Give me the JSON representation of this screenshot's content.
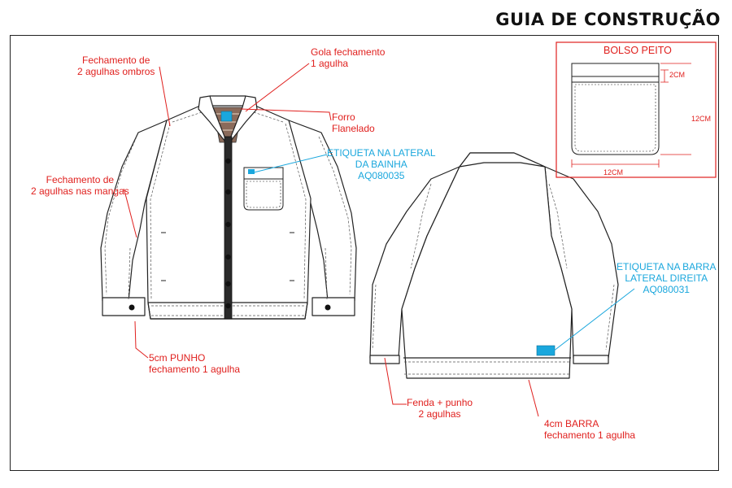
{
  "title": "GUIA DE CONSTRUÇÃO",
  "pocket_detail": {
    "title": "BOLSO PEITO",
    "dim_flap": "2CM",
    "dim_height": "12CM",
    "dim_width": "12CM"
  },
  "labels": {
    "shoulders": [
      "Fechamento de",
      "2 agulhas ombros"
    ],
    "collar": [
      "Gola fechamento",
      "1 agulha"
    ],
    "lining": [
      "Forro",
      "Flanelado"
    ],
    "sleeves": [
      "Fechamento de",
      "2 agulhas nas mangas"
    ],
    "hem_label": [
      "ETIQUETA NA LATERAL",
      "DA BAINHA",
      "AQ080035"
    ],
    "cuff": [
      "5cm PUNHO",
      "fechamento 1 agulha"
    ],
    "bar_label": [
      "ETIQUETA NA BARRA",
      "LATERAL DIREITA",
      "AQ080031"
    ],
    "slit": [
      "Fenda + punho",
      "2 agulhas"
    ],
    "hem": [
      "4cm BARRA",
      "fechamento 1 agulha"
    ]
  },
  "colors": {
    "annotation": "#e0201e",
    "label_tag": "#1aa7dd",
    "lining": "#8a6a5a"
  }
}
